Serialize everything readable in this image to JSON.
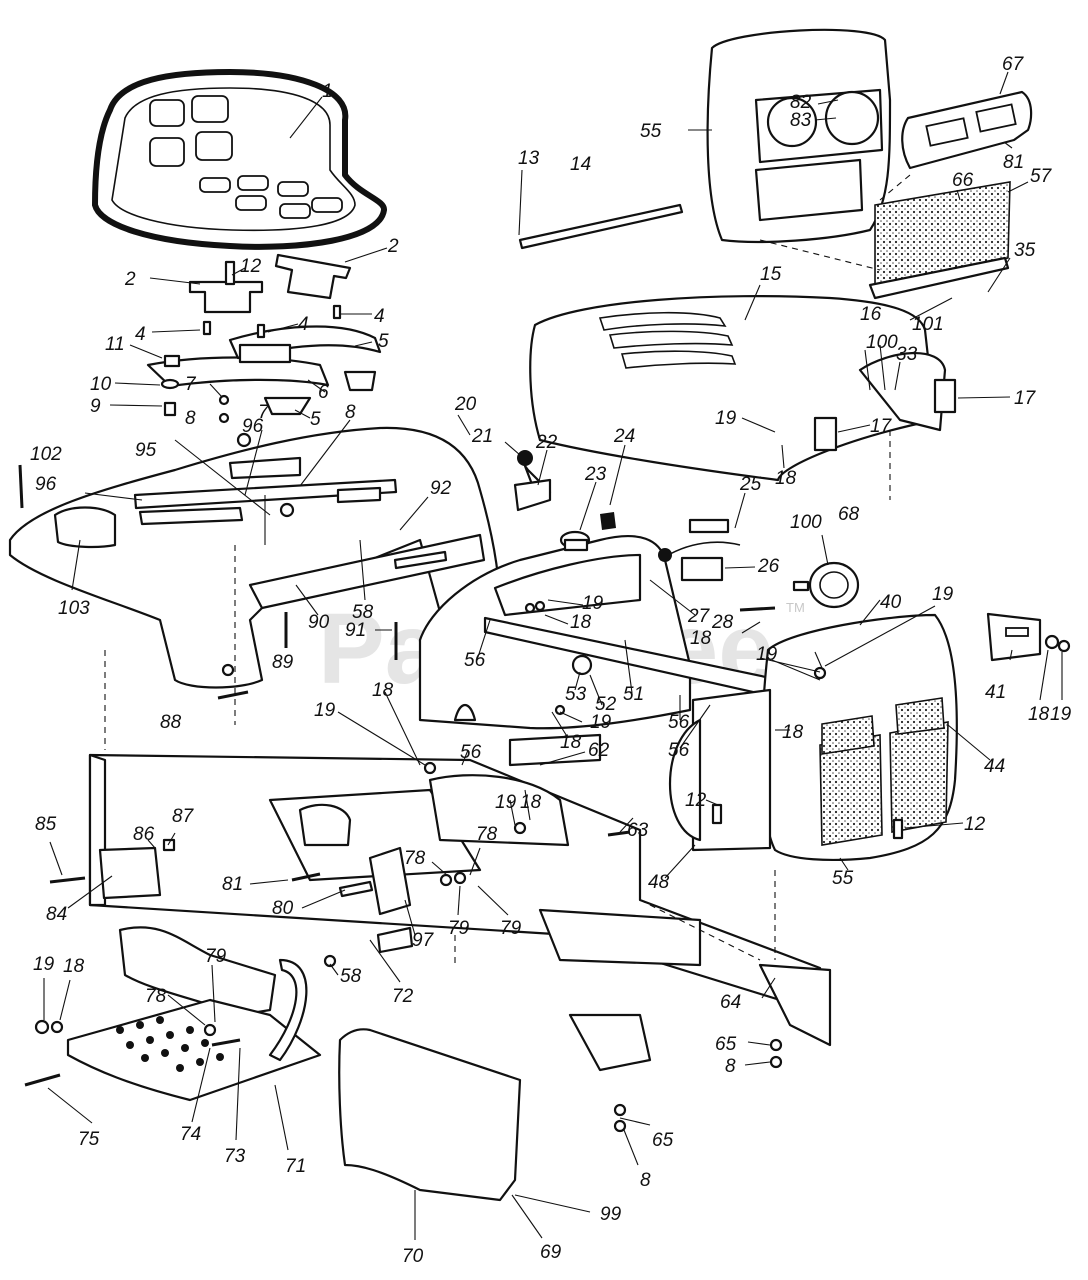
{
  "watermark": {
    "text": "PartsTree",
    "tm": "TM"
  },
  "callouts": {
    "c1": "1",
    "c2a": "2",
    "c2b": "2",
    "c12a": "12",
    "c4a": "4",
    "c4b": "4",
    "c4c": "4",
    "c11": "11",
    "c10": "10",
    "c9": "9",
    "c7a": "7",
    "c8a": "8",
    "c5a": "5",
    "c5b": "5",
    "c6": "6",
    "c13": "13",
    "c14": "14",
    "c55a": "55",
    "c82": "82",
    "c83": "83",
    "c67": "67",
    "c81a": "81",
    "c66": "66",
    "c57": "57",
    "c35": "35",
    "c15": "15",
    "c16": "16",
    "c101": "101",
    "c100a": "100",
    "c33": "33",
    "c17a": "17",
    "c17b": "17",
    "c19a": "19",
    "c18a": "18",
    "c20": "20",
    "c8b": "8",
    "c7b": "7",
    "c96a": "96",
    "c95": "95",
    "c102": "102",
    "c96b": "96",
    "c92": "92",
    "c21": "21",
    "c22": "22",
    "c23": "23",
    "c24": "24",
    "c25": "25",
    "c26": "26",
    "c103": "103",
    "c58a": "58",
    "c90": "90",
    "c91": "91",
    "c89": "89",
    "c88": "88",
    "c19b": "19",
    "c18b": "18",
    "c27": "27",
    "c18c": "18",
    "c28": "28",
    "c100b": "100",
    "c68": "68",
    "c40": "40",
    "c19c": "19",
    "c19d": "19",
    "c56a": "56",
    "c53": "53",
    "c52": "52",
    "c51": "51",
    "c56b": "56",
    "c56c": "56",
    "c19e": "19",
    "c18d": "18",
    "c41": "41",
    "c18e": "18",
    "c19f": "19",
    "c18f": "18",
    "c44": "44",
    "c19g": "19",
    "c18g": "18",
    "c56d": "56",
    "c62": "62",
    "c19h": "19",
    "c18h": "18",
    "c63": "63",
    "c12b": "12",
    "c12c": "12",
    "c48": "48",
    "c55b": "55",
    "c85": "85",
    "c86": "86",
    "c87": "87",
    "c84": "84",
    "c81b": "81",
    "c80": "80",
    "c78a": "78",
    "c78b": "78",
    "c79a": "79",
    "c79b": "79",
    "c97": "97",
    "c72": "72",
    "c19i": "19",
    "c18i": "18",
    "c79c": "79",
    "c58b": "58",
    "c78c": "78",
    "c64": "64",
    "c65a": "65",
    "c8c": "8",
    "c75": "75",
    "c74": "74",
    "c73": "73",
    "c71": "71",
    "c65b": "65",
    "c8d": "8",
    "c99": "99",
    "c70": "70",
    "c69": "69"
  }
}
